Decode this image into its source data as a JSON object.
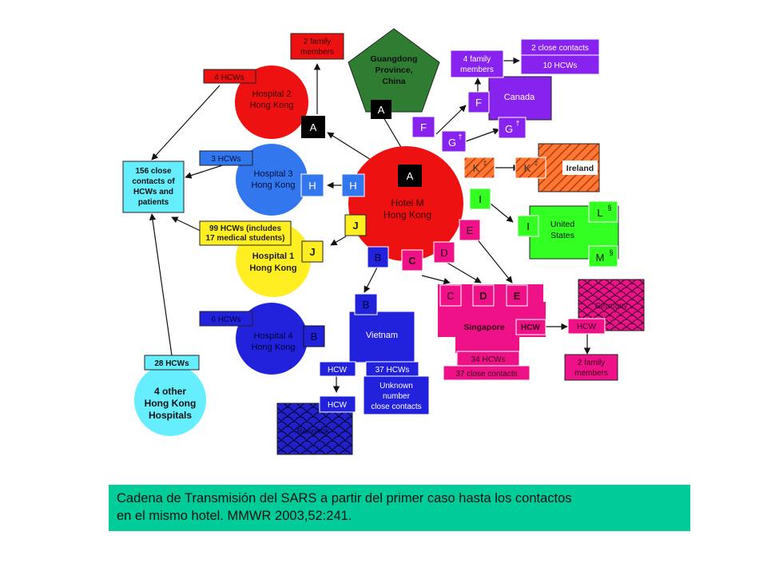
{
  "colors": {
    "red": "#ee1111",
    "blue": "#3377ee",
    "yellow": "#ffee22",
    "darkblue": "#2222dd",
    "cyan": "#66eeff",
    "green": "#2e7d32",
    "purple": "#8822ee",
    "lime": "#33ff22",
    "orange": "#ff7733",
    "magenta": "#ee1188",
    "black": "#000000",
    "caption_bg": "#00cc99"
  },
  "hotel": {
    "line1": "Hotel M",
    "line2": "Hong Kong"
  },
  "hospital2": {
    "line1": "Hospital 2",
    "line2": "Hong Kong",
    "hcws": "4 HCWs"
  },
  "hospital3": {
    "line1": "Hospital 3",
    "line2": "Hong Kong",
    "hcws": "3 HCWs"
  },
  "hospital1": {
    "line1": "Hospital 1",
    "line2": "Hong Kong",
    "hcws_line1": "99 HCWs (includes",
    "hcws_line2": "17 medical students)"
  },
  "hospital4": {
    "line1": "Hospital 4",
    "line2": "Hong Kong",
    "hcws": "6 HCWs"
  },
  "other_hospitals": {
    "line1": "4 other",
    "line2": "Hong Kong",
    "line3": "Hospitals",
    "hcws": "28 HCWs"
  },
  "close_contacts": {
    "line1": "156 close",
    "line2": "contacts of",
    "line3": "HCWs and",
    "line4": "patients"
  },
  "family_top": {
    "line1": "2 family",
    "line2": "members"
  },
  "guangdong": {
    "line1": "Guangdong",
    "line2": "Province,",
    "line3": "China"
  },
  "canada": {
    "label": "Canada",
    "family_line1": "4 family",
    "family_line2": "members",
    "contacts": "2 close contacts",
    "hcws": "10 HCWs"
  },
  "ireland": {
    "label": "Ireland"
  },
  "united_states": {
    "line1": "United",
    "line2": "States"
  },
  "vietnam": {
    "label": "Vietnam",
    "hcws": "37 HCWs",
    "unknown_line1": "Unknown",
    "unknown_line2": "number",
    "unknown_line3": "close contacts",
    "hcw1": "HCW",
    "hcw2": "HCW"
  },
  "bangkok": {
    "label": "Bangkok"
  },
  "singapore": {
    "label": "Singapore",
    "hcw": "HCW",
    "hcws": "34 HCWs",
    "contacts": "37 close contacts"
  },
  "germany": {
    "label": "Germany",
    "hcw": "HCW",
    "family_line1": "2 family",
    "family_line2": "members"
  },
  "patients": {
    "A": "A",
    "B": "B",
    "C": "C",
    "D": "D",
    "E": "E",
    "F": "F",
    "G": "G",
    "H": "H",
    "I": "I",
    "J": "J",
    "K": "K",
    "L": "L",
    "M": "M",
    "dagger": "†",
    "double_dagger": "‡",
    "section": "§"
  },
  "caption": {
    "line1": "Cadena de Transmisión del SARS a partir del primer caso hasta los contactos",
    "line2": "en el mismo hotel. MMWR 2003,52:241."
  }
}
